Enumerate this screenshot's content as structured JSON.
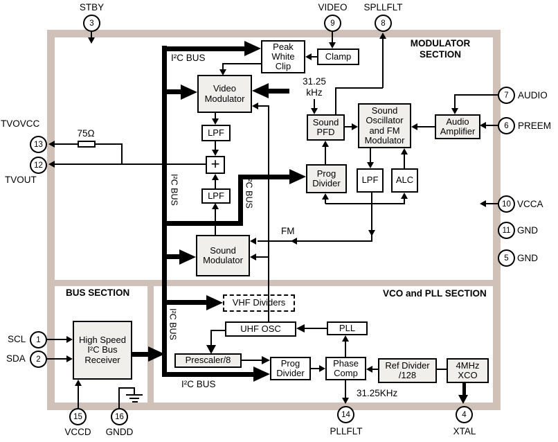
{
  "sections": {
    "modulator": "MODULATOR\nSECTION",
    "bus": "BUS SECTION",
    "vco": "VCO and PLL SECTION"
  },
  "blocks": {
    "peak_white_clip": "Peak\nWhite\nClip",
    "clamp": "Clamp",
    "video_modulator": "Video\nModulator",
    "lpf_video": "LPF",
    "summer": "+",
    "lpf_sound": "LPF",
    "sound_modulator": "Sound\nModulator",
    "sound_pfd": "Sound\nPFD",
    "prog_divider_mod": "Prog\nDivider",
    "lpf_fm": "LPF",
    "alc": "ALC",
    "sound_osc": "Sound\nOscillator\nand FM\nModulator",
    "audio_amp": "Audio\nAmplifier",
    "vhf_dividers": "VHF Dividers",
    "uhf_osc": "UHF OSC",
    "pll": "PLL",
    "prescaler": "Prescaler/8",
    "prog_divider_pll": "Prog\nDivider",
    "phase_comp": "Phase\nComp",
    "ref_divider": "Ref Divider\n/128",
    "xco": "4MHz\nXCO",
    "receiver": "High Speed\nI²C Bus\nReceiver"
  },
  "labels": {
    "i2c_bus": "I²C BUS",
    "fm": "FM",
    "khz_mod": "31.25\nkHz",
    "khz_pll": "31.25KHz",
    "resistor": "75Ω"
  },
  "pins": {
    "stby": {
      "num": "3",
      "name": "STBY"
    },
    "video": {
      "num": "9",
      "name": "VIDEO"
    },
    "spllflt": {
      "num": "8",
      "name": "SPLLFLT"
    },
    "audio": {
      "num": "7",
      "name": "AUDIO"
    },
    "preem": {
      "num": "6",
      "name": "PREEM"
    },
    "vcca": {
      "num": "10",
      "name": "VCCA"
    },
    "gnd11": {
      "num": "11",
      "name": "GND"
    },
    "gnd5": {
      "num": "5",
      "name": "GND"
    },
    "tvovcc": {
      "num": "13",
      "name": "TVOVCC"
    },
    "tvout": {
      "num": "12",
      "name": "TVOUT"
    },
    "scl": {
      "num": "1",
      "name": "SCL"
    },
    "sda": {
      "num": "2",
      "name": "SDA"
    },
    "vccd": {
      "num": "15",
      "name": "VCCD"
    },
    "gndd": {
      "num": "16",
      "name": "GNDD"
    },
    "pllflt": {
      "num": "14",
      "name": "PLLFLT"
    },
    "xtal": {
      "num": "4",
      "name": "XTAL"
    }
  }
}
